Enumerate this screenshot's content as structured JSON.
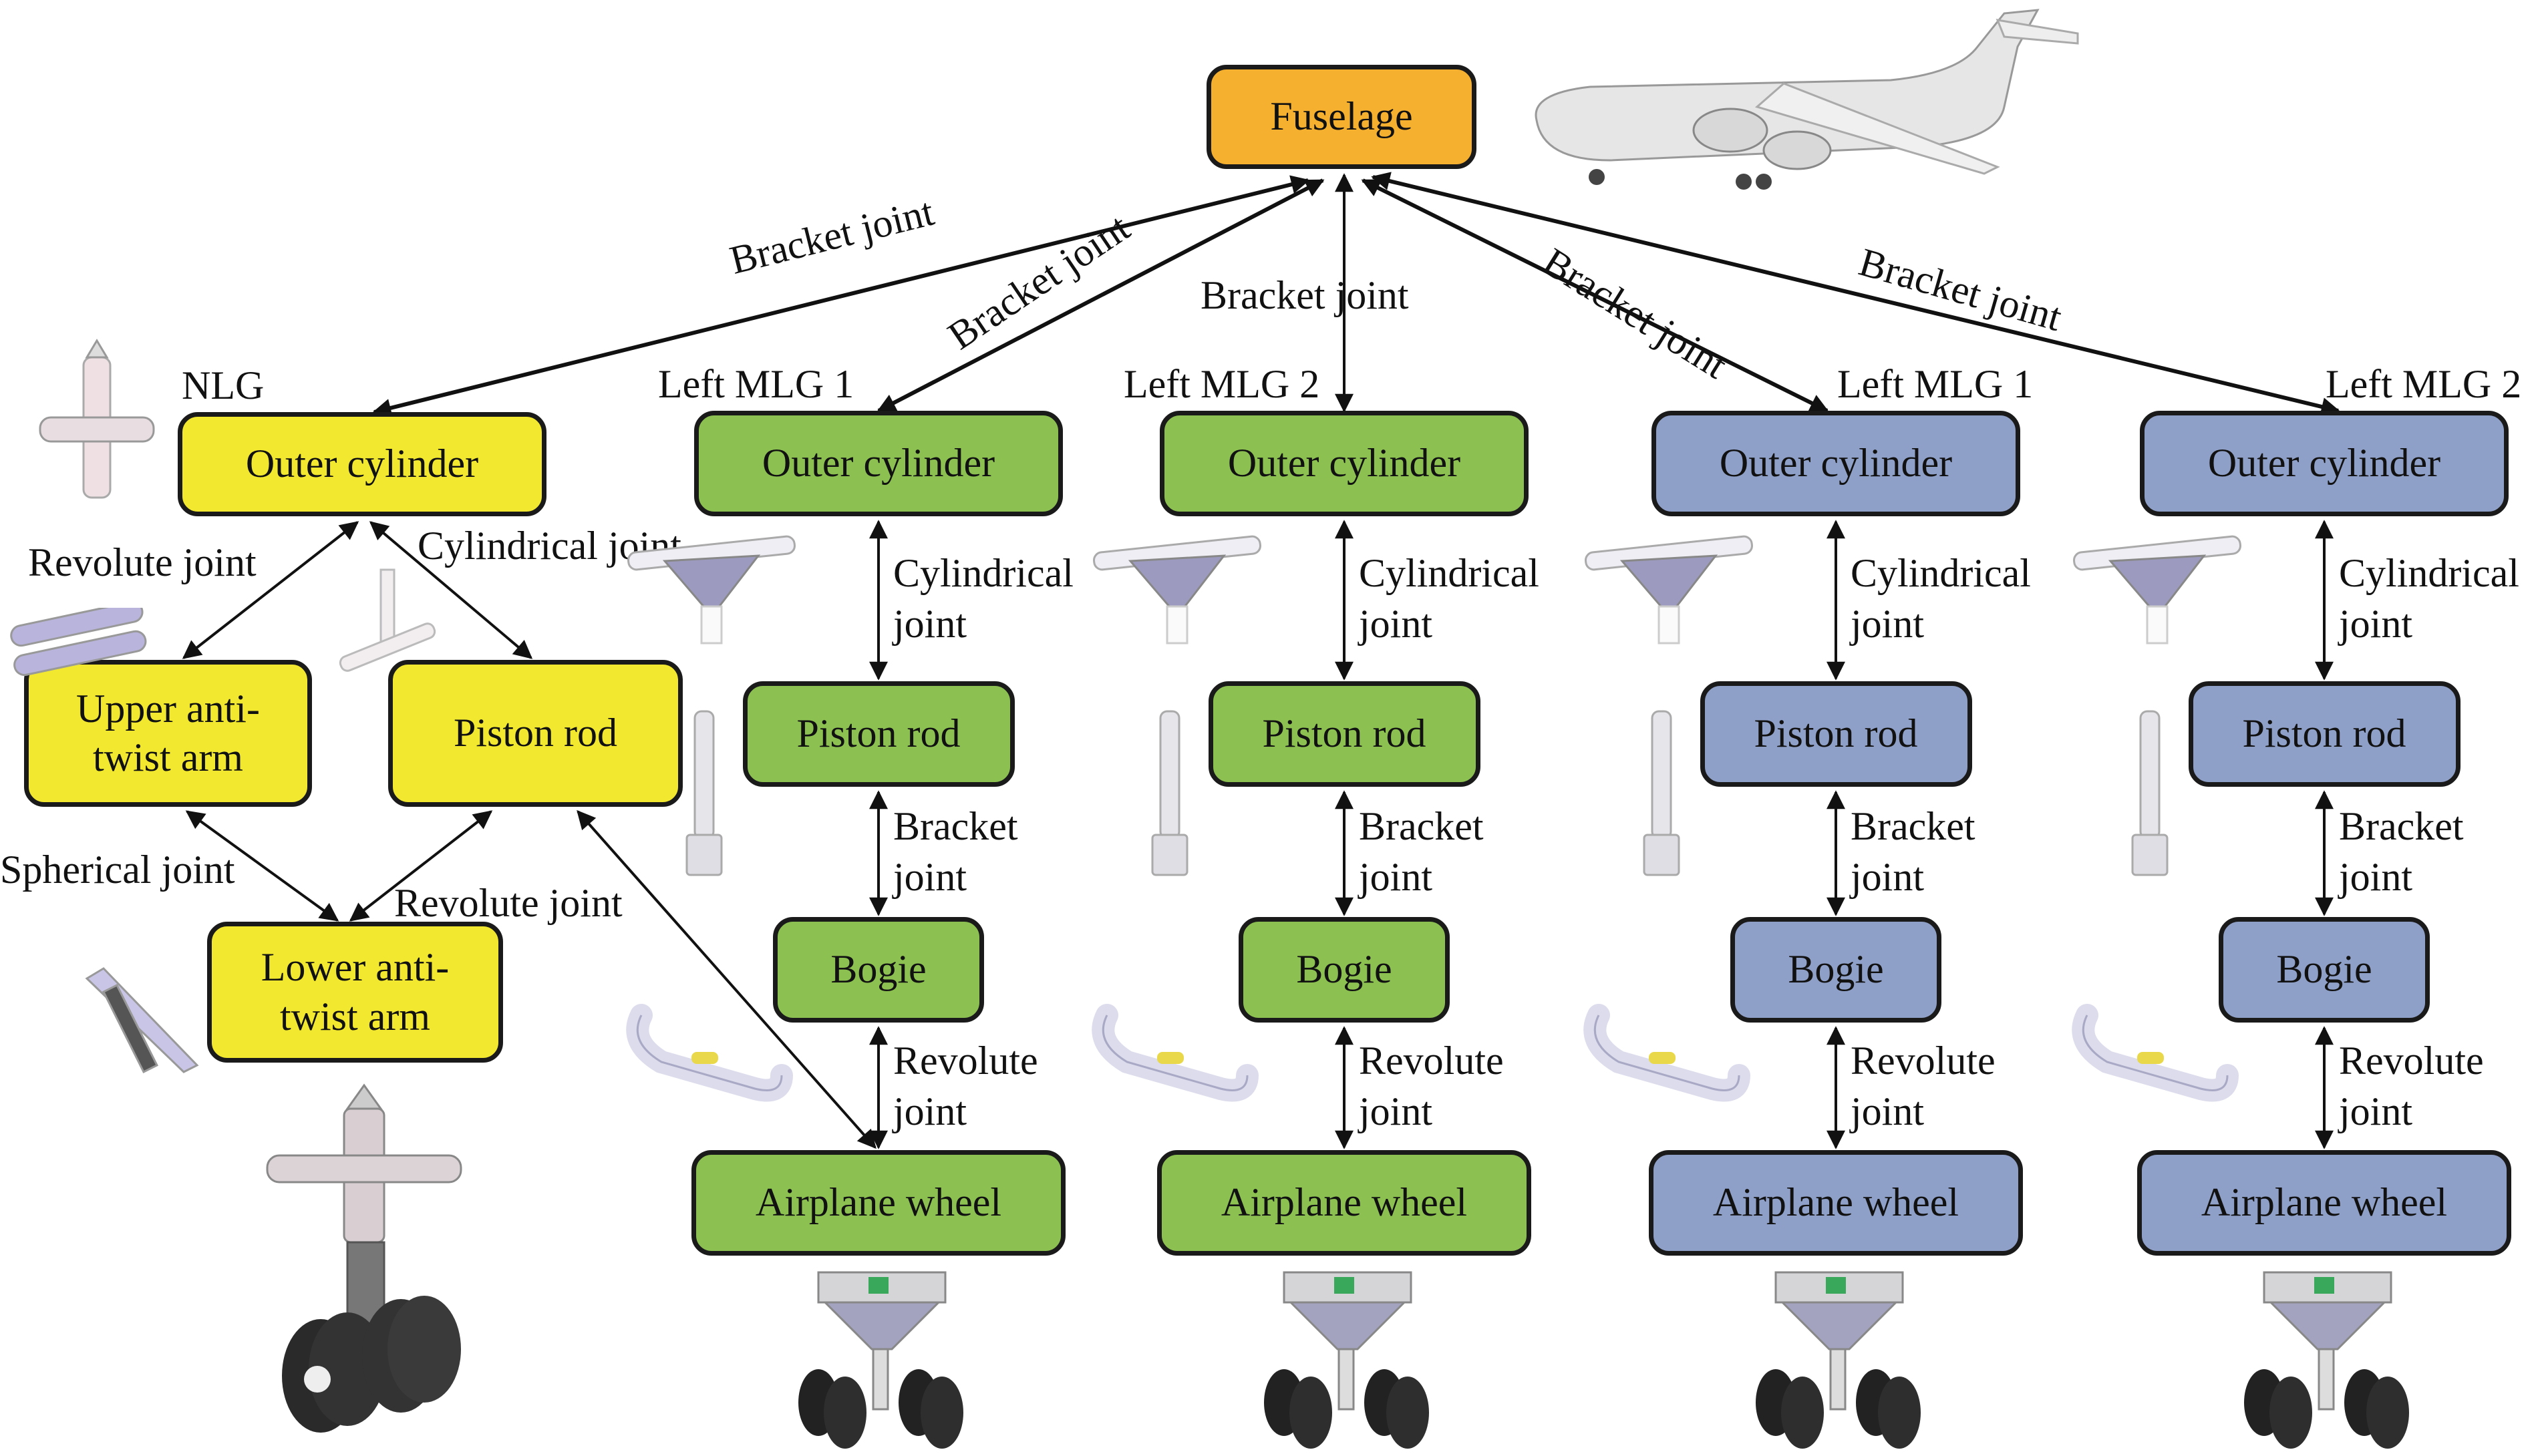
{
  "colors": {
    "fuselage": "#F6B030",
    "nlg": "#F2E830",
    "left_mlg": "#8CC152",
    "right_mlg": "#8FA0C8",
    "edge": "#111111"
  },
  "fuselage": {
    "label": "Fuselage"
  },
  "top_edges": [
    {
      "label": "Bracket joint"
    },
    {
      "label": "Bracket joint"
    },
    {
      "label": "Bracket joint"
    },
    {
      "label": "Bracket joint"
    },
    {
      "label": "Bracket joint"
    }
  ],
  "nlg": {
    "group_label": "NLG",
    "nodes": {
      "outer_cylinder": "Outer cylinder",
      "upper_arm_line1": "Upper anti-",
      "upper_arm_line2": "twist arm",
      "piston_rod": "Piston rod",
      "lower_arm_line1": "Lower anti-",
      "lower_arm_line2": "twist arm"
    },
    "joints": {
      "revolute_upper": "Revolute joint",
      "cylindrical": "Cylindrical joint",
      "spherical": "Spherical joint",
      "revolute_lower": "Revolute joint"
    }
  },
  "mlg_columns": [
    {
      "group_label": "Left MLG 1",
      "outer_cylinder": "Outer cylinder",
      "piston_rod": "Piston rod",
      "bogie": "Bogie",
      "wheel": "Airplane wheel",
      "j1a": "Cylindrical",
      "j1b": "joint",
      "j2a": "Bracket",
      "j2b": "joint",
      "j3a": "Revolute",
      "j3b": "joint"
    },
    {
      "group_label": "Left MLG 2",
      "outer_cylinder": "Outer cylinder",
      "piston_rod": "Piston rod",
      "bogie": "Bogie",
      "wheel": "Airplane wheel",
      "j1a": "Cylindrical",
      "j1b": "joint",
      "j2a": "Bracket",
      "j2b": "joint",
      "j3a": "Revolute",
      "j3b": "joint"
    },
    {
      "group_label": "Left MLG 1",
      "outer_cylinder": "Outer cylinder",
      "piston_rod": "Piston rod",
      "bogie": "Bogie",
      "wheel": "Airplane wheel",
      "j1a": "Cylindrical",
      "j1b": "joint",
      "j2a": "Bracket",
      "j2b": "joint",
      "j3a": "Revolute",
      "j3b": "joint"
    },
    {
      "group_label": "Left MLG 2",
      "outer_cylinder": "Outer cylinder",
      "piston_rod": "Piston rod",
      "bogie": "Bogie",
      "wheel": "Airplane wheel",
      "j1a": "Cylindrical",
      "j1b": "joint",
      "j2a": "Bracket",
      "j2b": "joint",
      "j3a": "Revolute",
      "j3b": "joint"
    }
  ],
  "images": {
    "airplane": "airplane-illustration",
    "nlg_outer_cylinder": "nlg-outer-cylinder-part",
    "nlg_upper_arm": "upper-anti-twist-arm-part",
    "nlg_piston": "nlg-piston-rod-part",
    "nlg_lower_arm": "lower-anti-twist-arm-part",
    "nlg_assembly": "nose-landing-gear-assembly",
    "mlg_outer_cylinder": "mlg-outer-cylinder-part",
    "mlg_piston": "mlg-piston-rod-part",
    "mlg_bogie": "bogie-part",
    "mlg_assembly": "main-landing-gear-assembly"
  }
}
